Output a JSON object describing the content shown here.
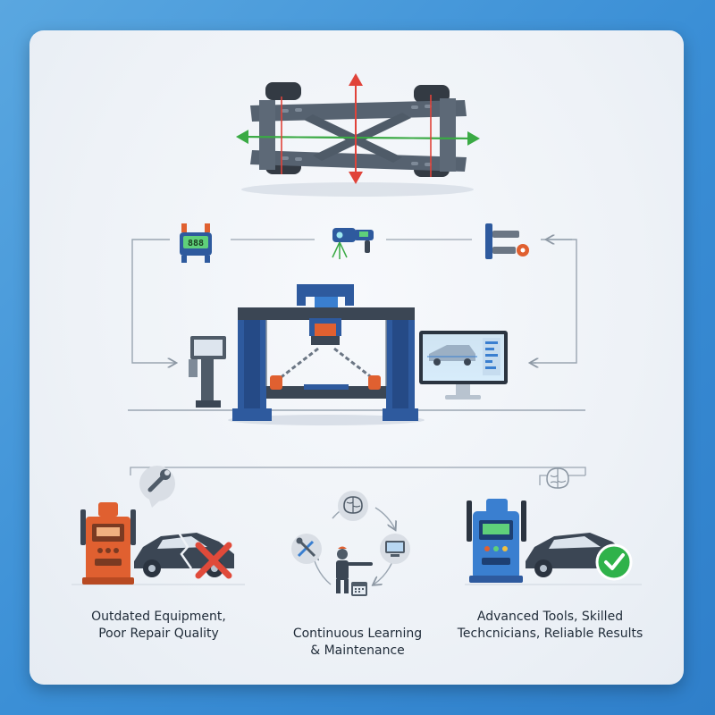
{
  "diagram": {
    "scenarios": [
      {
        "id": "bad",
        "caption_line1": "Outdated Equipment,",
        "caption_line2": "Poor Repair Quality",
        "status": "failure",
        "status_color": "#e04a3a"
      },
      {
        "id": "learning",
        "caption_line1": "Continuous Learning",
        "caption_line2": "& Maintenance",
        "status": "cycle"
      },
      {
        "id": "good",
        "caption_line1": "Advanced Tools, Skilled",
        "caption_line2": "Techcnicians, Reliable Results",
        "status": "success",
        "status_color": "#2fb24a"
      }
    ],
    "colors": {
      "frame": "#566270",
      "blue": "#2e5a9e",
      "accent_blue": "#3a7fd0",
      "orange": "#e06030",
      "measure_red": "#e0433a",
      "measure_green": "#3aaa44",
      "connector": "#9aa5b1"
    },
    "screen_icons": [
      "gear-icon",
      "chart-icon",
      "list-icon"
    ],
    "display_readout": "888"
  }
}
